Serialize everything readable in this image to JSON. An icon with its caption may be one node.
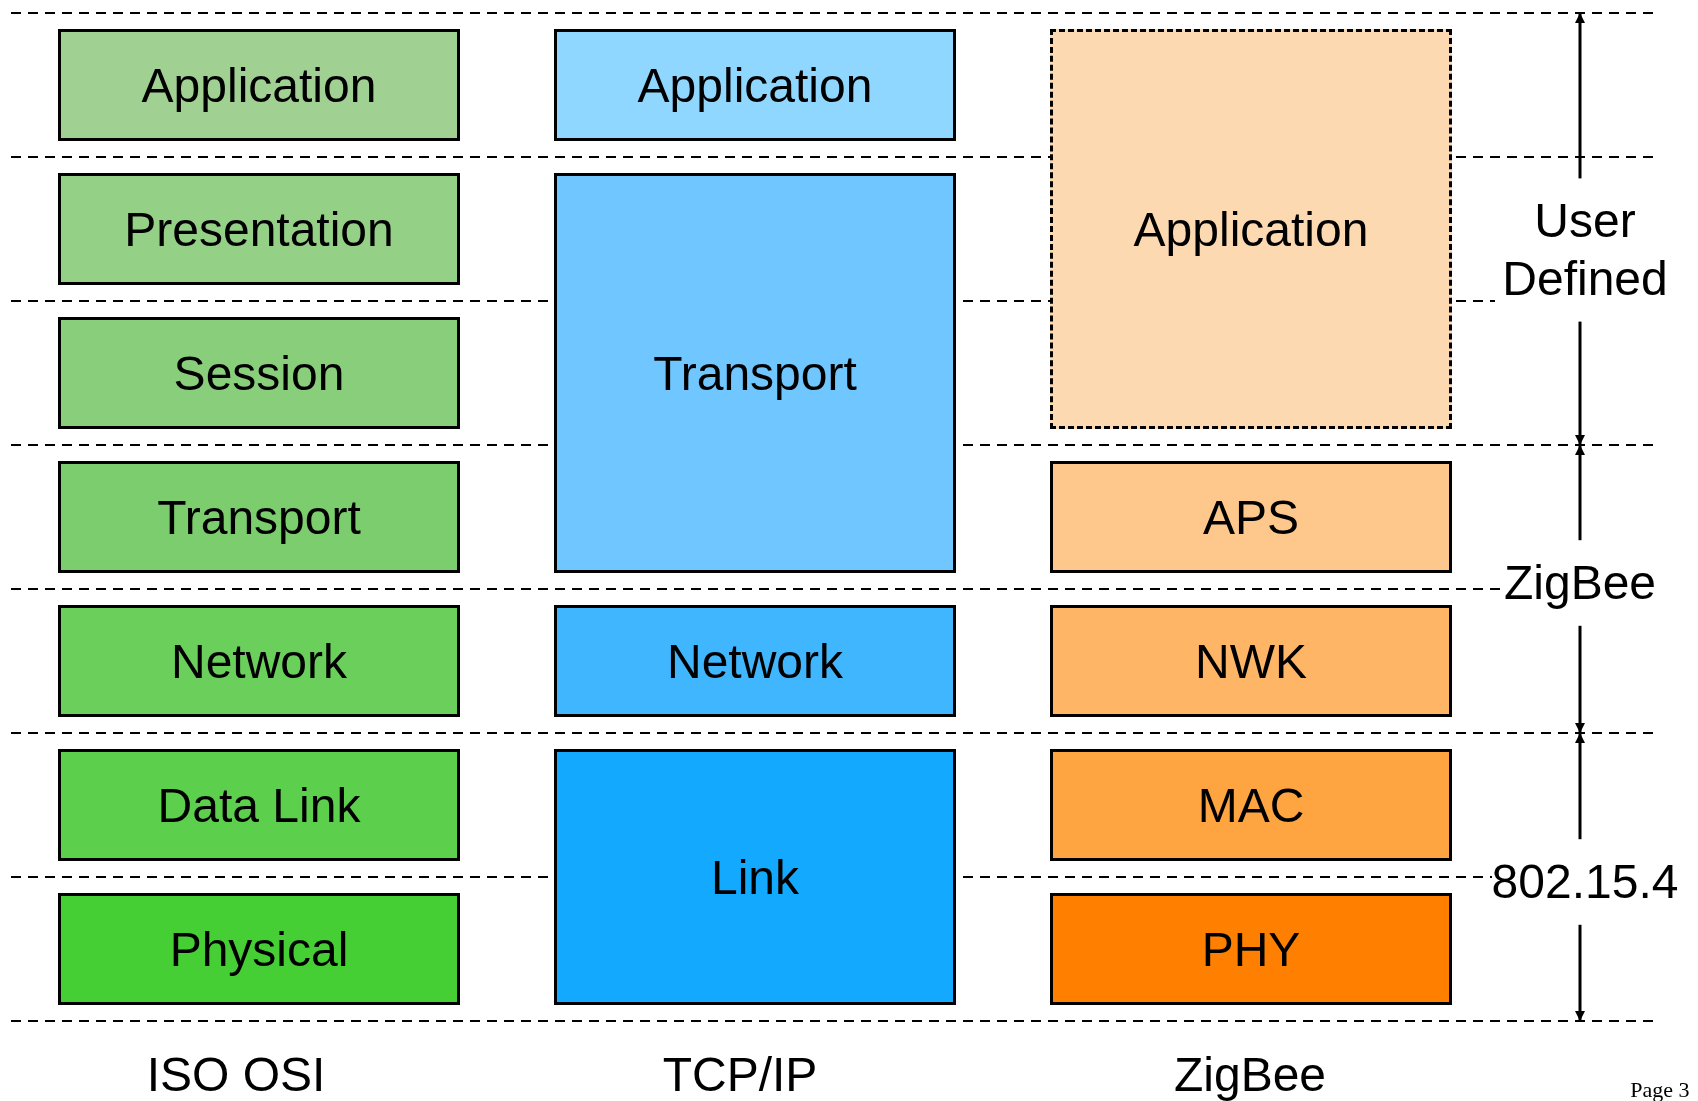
{
  "diagram": {
    "nodes": [
      {
        "text": [
          "Application"
        ]
      },
      {
        "text": [
          "Presentation"
        ]
      },
      {
        "text": [
          "Session"
        ]
      },
      {
        "text": [
          "Transport"
        ]
      },
      {
        "text": [
          "Network"
        ]
      },
      {
        "text": [
          "Data Link"
        ]
      },
      {
        "text": [
          "Physical"
        ]
      },
      {
        "text": [
          "Application"
        ]
      },
      {
        "text": [
          "Transport"
        ]
      },
      {
        "text": [
          "Network"
        ]
      },
      {
        "text": [
          "Link"
        ]
      },
      {
        "text": [
          "Application"
        ]
      },
      {
        "text": [
          "APS"
        ]
      },
      {
        "text": [
          "NWK"
        ]
      },
      {
        "text": [
          "MAC"
        ]
      },
      {
        "text": [
          "PHY"
        ]
      }
    ],
    "edges": [],
    "labels": [
      "User Defined",
      "ZigBee",
      "802.15.4",
      "ISO OSI",
      "TCP/IP",
      "ZigBee",
      "Page 3"
    ]
  }
}
